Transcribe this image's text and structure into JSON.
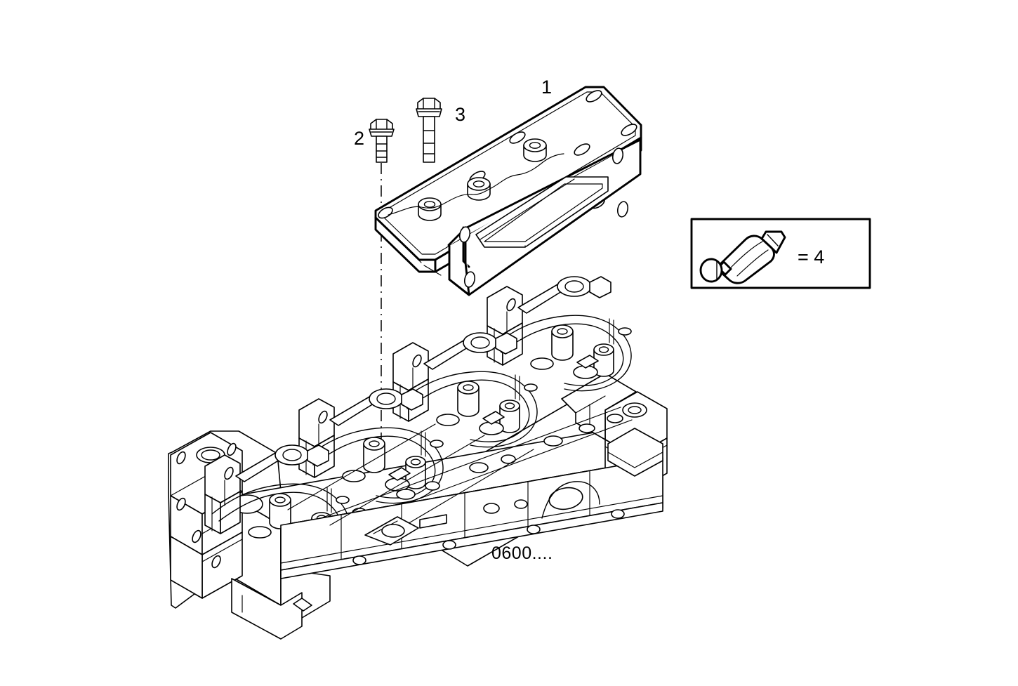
{
  "diagram": {
    "title": "Engine cylinder head with intake manifold adapter plate – exploded parts view",
    "style": "technical line drawing, black on white",
    "reference_code": "0600....",
    "callouts": [
      {
        "id": "1",
        "label": "1",
        "target": "intake-manifold-adapter-plate"
      },
      {
        "id": "2",
        "label": "2",
        "target": "short-flange-bolt"
      },
      {
        "id": "3",
        "label": "3",
        "target": "long-flange-bolt"
      }
    ],
    "inset": {
      "name": "sealant-tube-legend",
      "icon": "sealant-tube-icon",
      "equals_label": "= 4",
      "item_number": "4"
    },
    "parts": [
      {
        "number": "1",
        "name": "intake-manifold-adapter-plate"
      },
      {
        "number": "2",
        "name": "short-flange-bolt"
      },
      {
        "number": "3",
        "name": "long-flange-bolt"
      },
      {
        "number": "4",
        "name": "sealant-tube"
      }
    ],
    "assembly": {
      "name": "cylinder-head-assembly",
      "cylinders": 4
    },
    "colors": {
      "line": "#000000",
      "background": "#ffffff",
      "fill": "#ffffff"
    }
  }
}
